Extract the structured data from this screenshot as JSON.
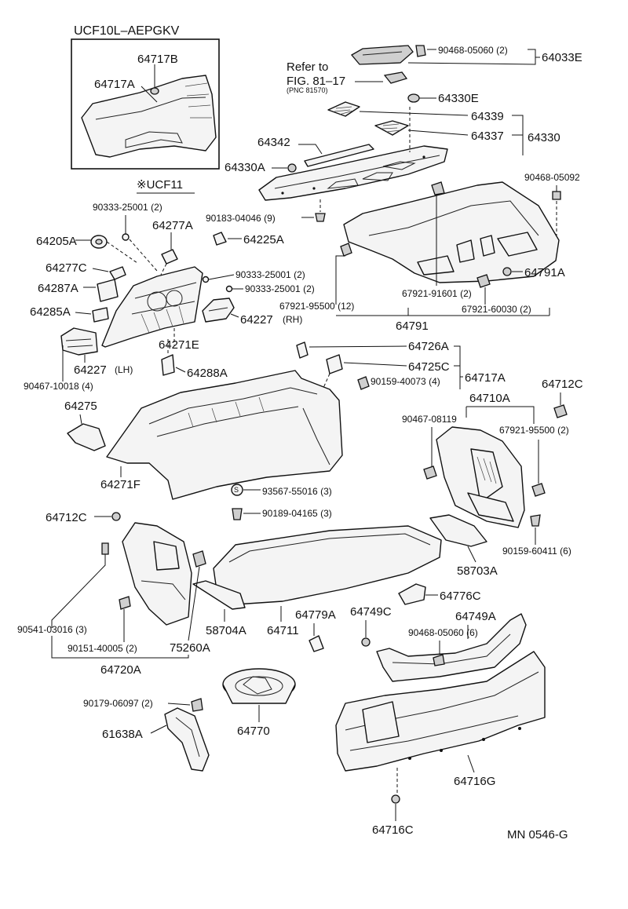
{
  "diagram": {
    "variant_box_title": "UCF10L–AEPGKV",
    "variant_note": "※UCF11",
    "refer_line1": "Refer to",
    "refer_line2": "FIG. 81–17",
    "refer_line3": "(PNC 81570)",
    "footer_code": "MN 0546-G",
    "labels": {
      "p64717B": "64717B",
      "p64717A_box": "64717A",
      "p90468_05060_top": "90468-05060 (2)",
      "p64033E": "64033E",
      "p64330E": "64330E",
      "p64339": "64339",
      "p64337": "64337",
      "p64330": "64330",
      "p64342": "64342",
      "p64330A": "64330A",
      "p90468_05092": "90468-05092",
      "p90183_04046": "90183-04046 (9)",
      "p90333_25001_a": "90333-25001 (2)",
      "p64205A": "64205A",
      "p64277A": "64277A",
      "p64225A": "64225A",
      "p64277C": "64277C",
      "p90333_25001_b": "90333-25001 (2)",
      "p90333_25001_c": "90333-25001 (2)",
      "p64287A": "64287A",
      "p64285A": "64285A",
      "p64227_rh": "64227",
      "p64227_rh_note": "(RH)",
      "p64791A": "64791A",
      "p67921_91601": "67921-91601 (2)",
      "p67921_95500_12": "67921-95500 (12)",
      "p67921_60030": "67921-60030 (2)",
      "p64791": "64791",
      "p64271E": "64271E",
      "p64227_lh": "64227",
      "p64227_lh_note": "(LH)",
      "p64288A": "64288A",
      "p64726A": "64726A",
      "p64725C": "64725C",
      "p64717A": "64717A",
      "p90159_40073": "90159-40073 (4)",
      "p90467_10018": "90467-10018 (4)",
      "p64275": "64275",
      "p64712C_r": "64712C",
      "p64710A": "64710A",
      "p90467_08119": "90467-08119",
      "p67921_95500_2": "67921-95500 (2)",
      "p64271F": "64271F",
      "p93567_55016": "93567-55016 (3)",
      "p90189_04165": "90189-04165 (3)",
      "p64712C_l": "64712C",
      "p90159_60411": "90159-60411 (6)",
      "p58703A": "58703A",
      "p64776C": "64776C",
      "p64749C": "64749C",
      "p64779A": "64779A",
      "p64749A": "64749A",
      "p90541_03016": "90541-03016 (3)",
      "p58704A": "58704A",
      "p64711": "64711",
      "p90468_05060_6": "90468-05060 (6)",
      "p90151_40005": "90151-40005 (2)",
      "p75260A": "75260A",
      "p64720A": "64720A",
      "p90179_06097": "90179-06097 (2)",
      "p61638A": "61638A",
      "p64770": "64770",
      "p64716G": "64716G",
      "p64716C": "64716C"
    }
  }
}
